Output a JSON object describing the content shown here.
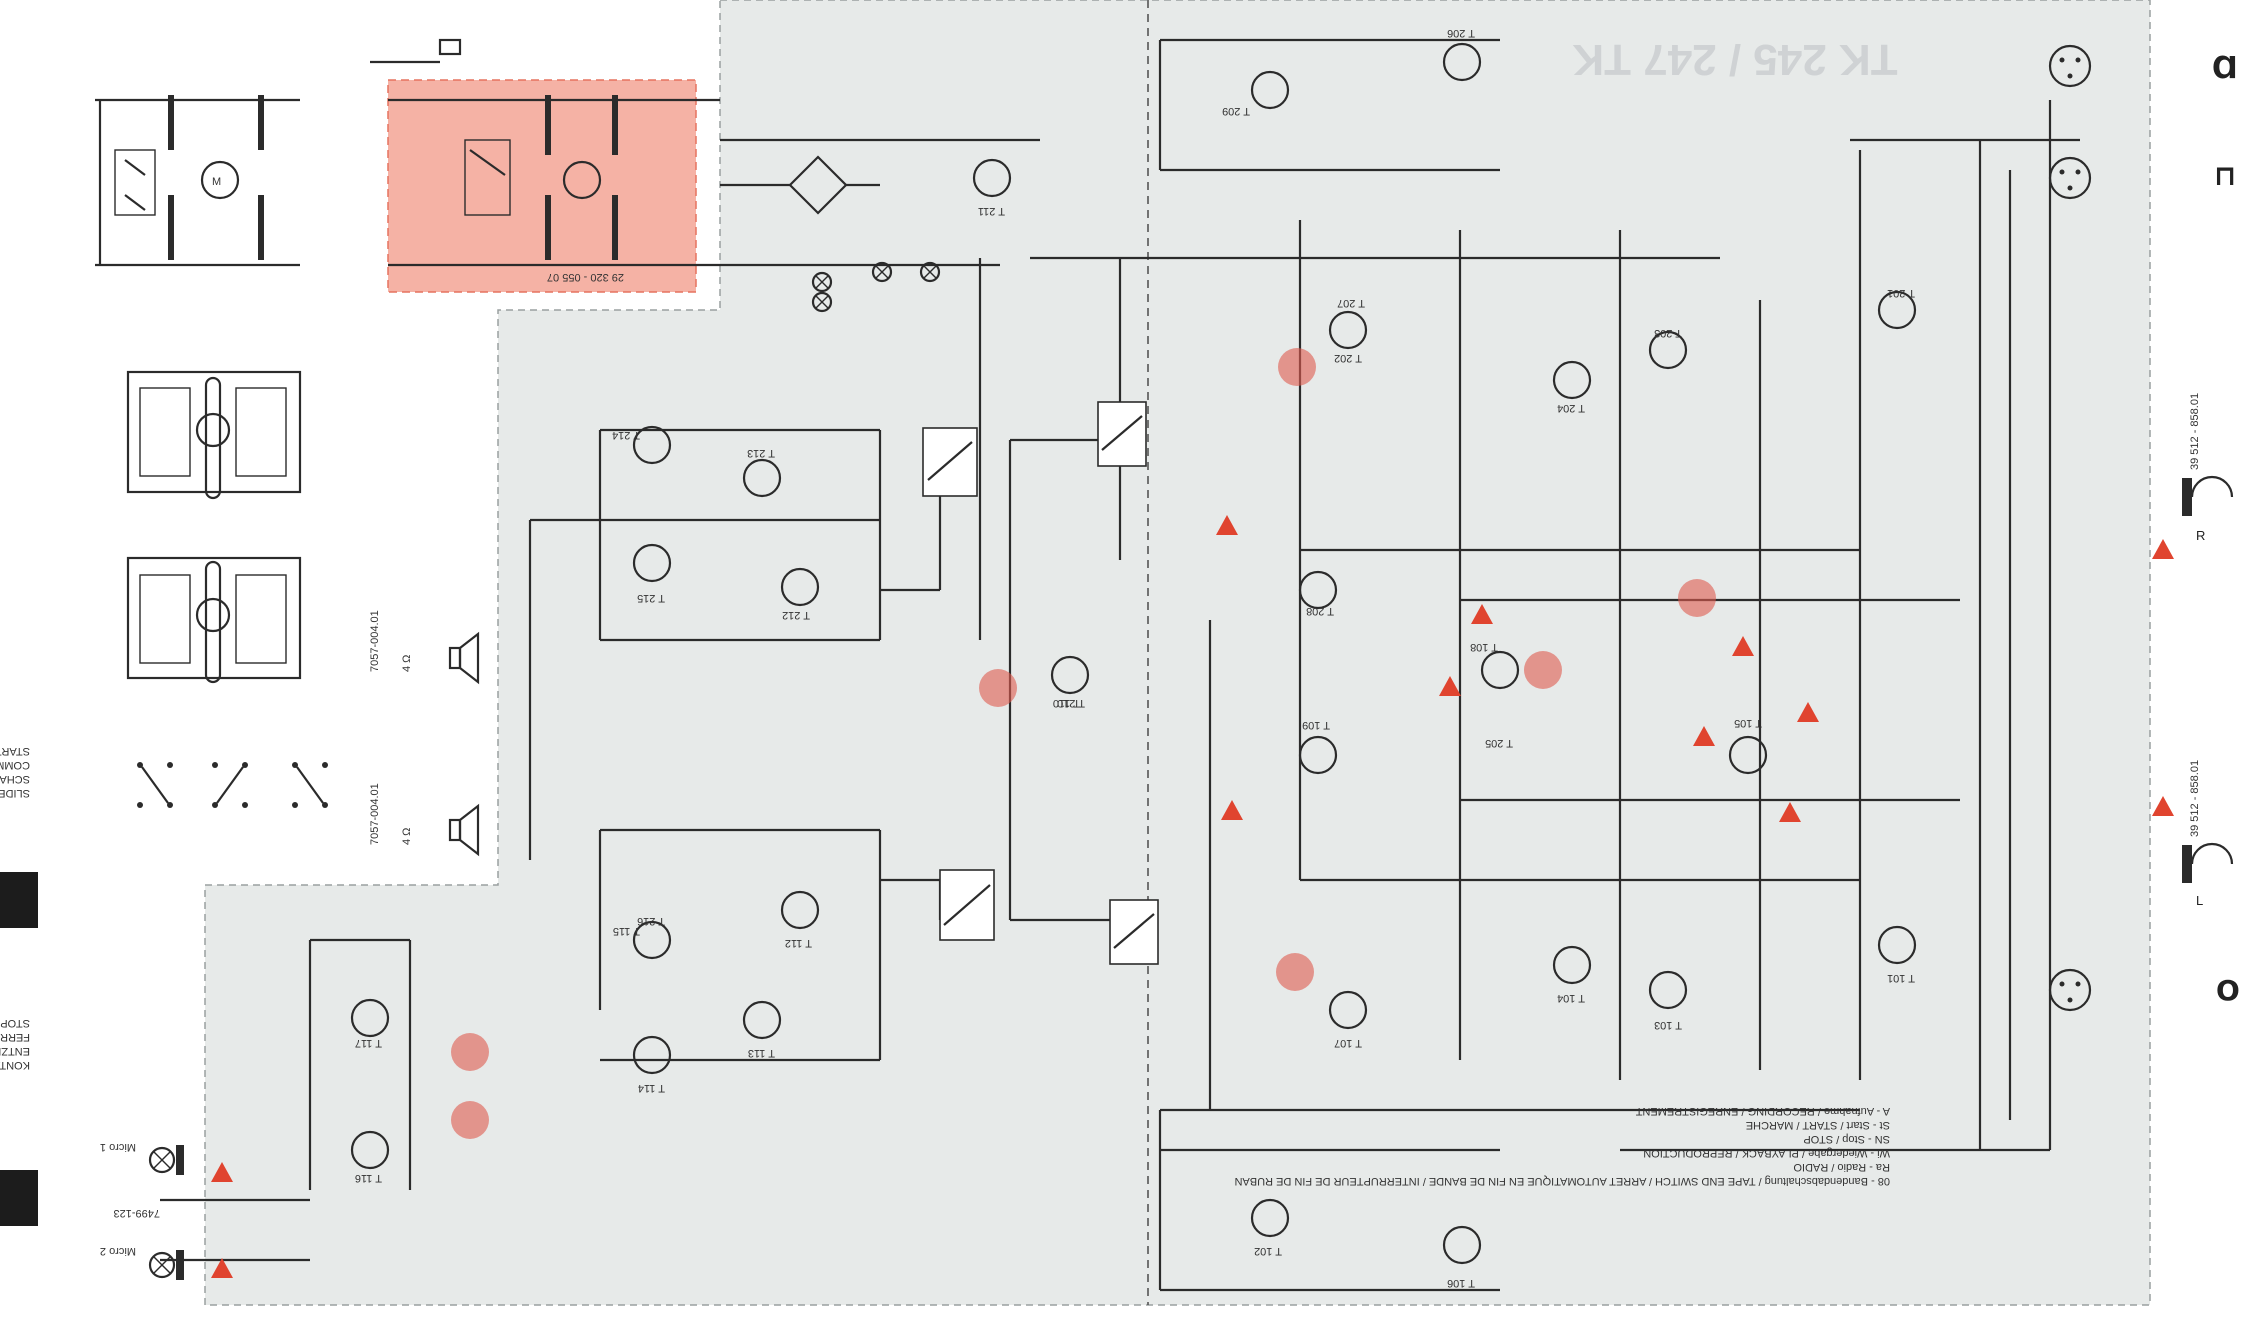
{
  "title_rotated": "TK 245 / 247 TK",
  "section_ids": {
    "power": "29 320 - 055 07"
  },
  "left_column_notes": [
    "START",
    "COMMUTAT.",
    "SCHALTEREZ",
    "SLIDES",
    "STOP",
    "FERRITE",
    "ENTZERRER",
    "KONTAKT"
  ],
  "transistors": [
    {
      "ref": "T 209"
    },
    {
      "ref": "T 208"
    },
    {
      "ref": "T 207"
    },
    {
      "ref": "T 206"
    },
    {
      "ref": "T 205"
    },
    {
      "ref": "T 204"
    },
    {
      "ref": "T 203"
    },
    {
      "ref": "T 202"
    },
    {
      "ref": "T 201"
    },
    {
      "ref": "T 216"
    },
    {
      "ref": "T 215"
    },
    {
      "ref": "T 214"
    },
    {
      "ref": "T 213"
    },
    {
      "ref": "T 212"
    },
    {
      "ref": "T 211"
    },
    {
      "ref": "T 210"
    },
    {
      "ref": "T 110"
    },
    {
      "ref": "T 109"
    },
    {
      "ref": "T 108"
    },
    {
      "ref": "T 107"
    },
    {
      "ref": "T 106"
    },
    {
      "ref": "T 105"
    },
    {
      "ref": "T 104"
    },
    {
      "ref": "T 103"
    },
    {
      "ref": "T 102"
    },
    {
      "ref": "T 101"
    },
    {
      "ref": "T 112"
    },
    {
      "ref": "T 113"
    },
    {
      "ref": "T 114"
    },
    {
      "ref": "T 115"
    },
    {
      "ref": "T 116"
    },
    {
      "ref": "T 117"
    }
  ],
  "speakers": [
    {
      "ref": "7057-004.01",
      "impedance": "4 Ω"
    },
    {
      "ref": "7057-004.01",
      "impedance": "4 Ω"
    }
  ],
  "sockets": [
    {
      "ref": "39 512 - 858.01",
      "label": "R"
    },
    {
      "ref": "39 512 - 858.01",
      "label": "L"
    }
  ],
  "mic_inputs": [
    "Micro 1",
    "Micro 2"
  ],
  "mic_part": "7499-123",
  "legend": [
    "08 - Bandendabschaltung / TAPE END SWITCH / ARRET AUTOMATIQUE EN FIN DE BANDE / INTERRUPTEUR DE FIN DE RUBAN",
    "Ra - Radio / RADIO",
    "Wi - Wiedergabe / PLAYBACK / REPRODUCTION",
    "SN - Stop / STOP",
    "St - Start / START / MARCHE",
    "A - Aufnahme / RECORDING / ENREGISTREMENT"
  ],
  "colors": {
    "wire": "#2b2b2b",
    "highlight_fill": "#f4a596",
    "highlight_border": "#e25b44",
    "marker_red": "#e05a4e",
    "warning": "#e0442f",
    "shade": "#e7eae9",
    "tab_dark": "#1c1c1c"
  }
}
